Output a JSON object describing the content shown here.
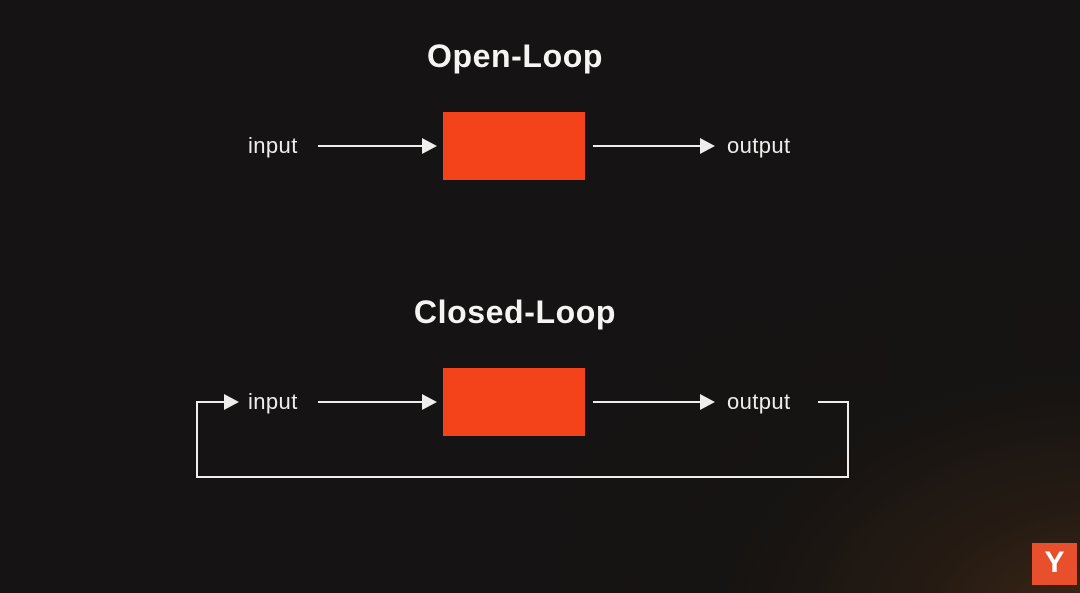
{
  "page": {
    "background_color": "#151313",
    "line_color": "#efeeec",
    "text_color": "#f5f4f2"
  },
  "open_loop": {
    "title": "Open-Loop",
    "input_label": "input",
    "output_label": "output",
    "block_color": "#f4421a"
  },
  "closed_loop": {
    "title": "Closed-Loop",
    "input_label": "input",
    "output_label": "output",
    "block_color": "#f4421a",
    "has_feedback_path": true
  },
  "branding": {
    "logo_letter": "Y",
    "logo_color": "#e8502d"
  }
}
